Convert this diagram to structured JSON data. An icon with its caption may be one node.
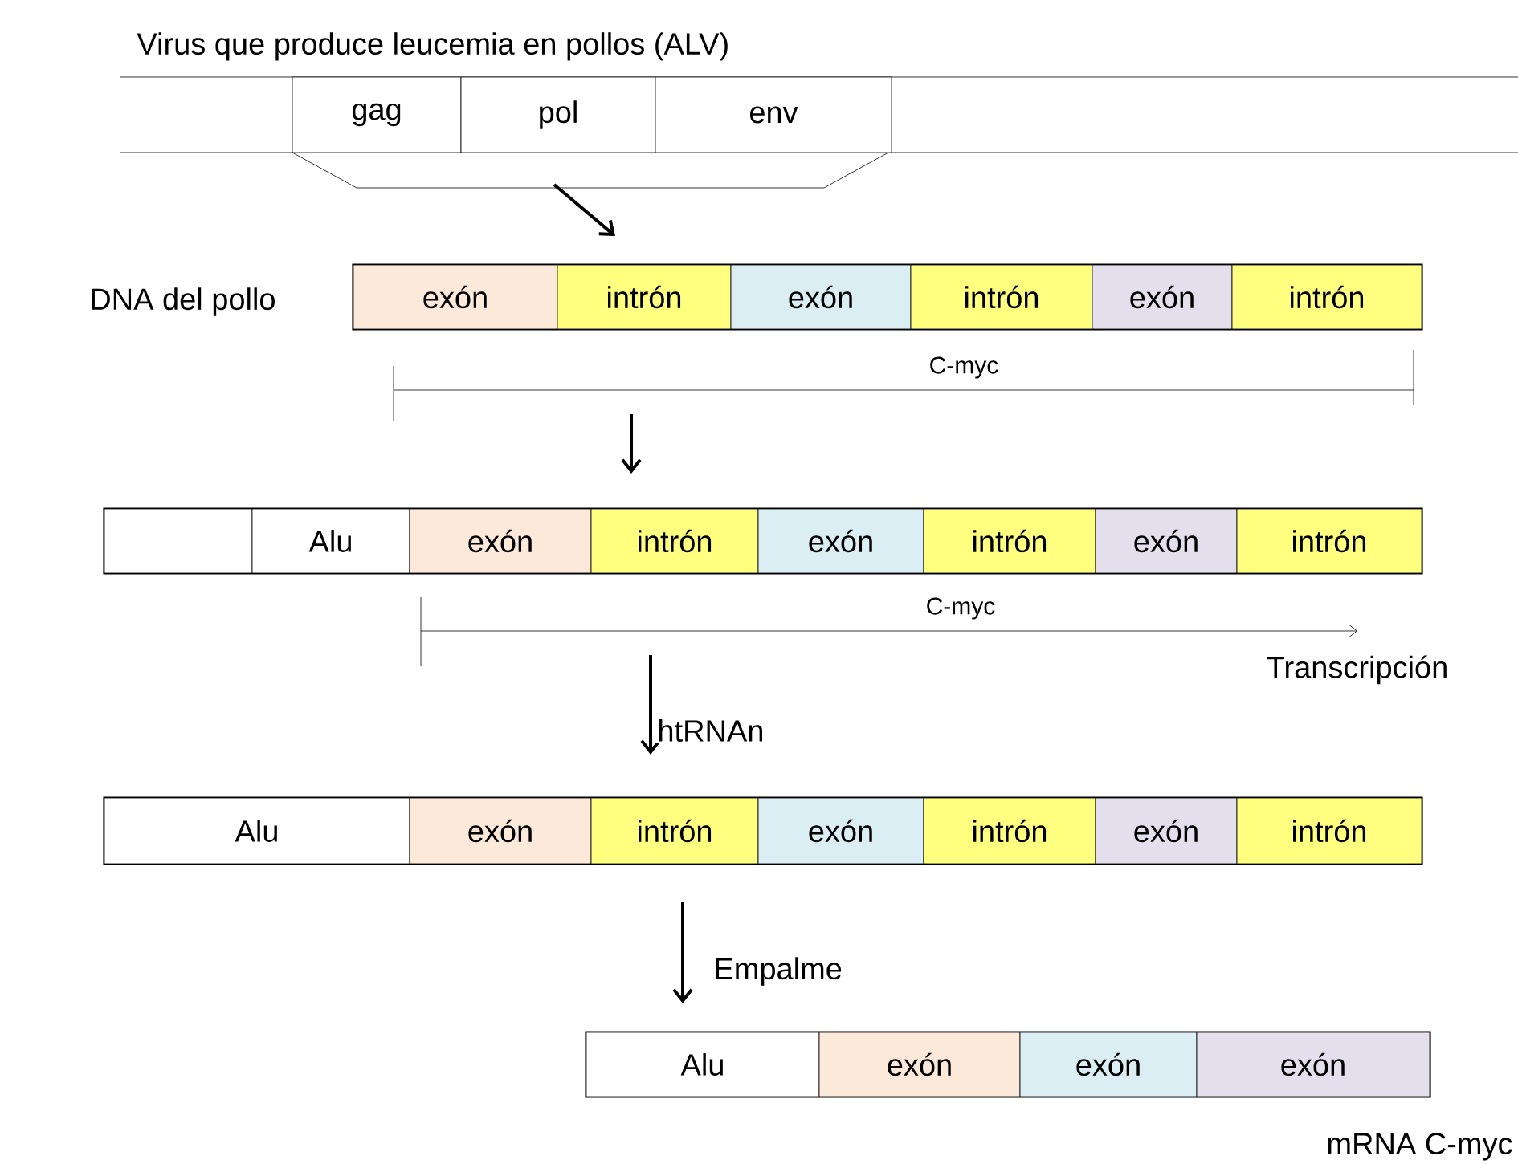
{
  "diagram": {
    "nodes": [
      {
        "text": [
          "Virus que produce leucemia en pollos (ALV)"
        ]
      },
      {
        "text": [
          "gag"
        ],
        "in": 0
      },
      {
        "text": [
          "pol"
        ],
        "in": 0
      },
      {
        "text": [
          "env"
        ],
        "in": 0
      },
      {
        "text": [],
        "shape": "bar",
        "beside": [
          "DNA del pollo"
        ]
      },
      {
        "text": [
          "exón"
        ],
        "in": 4
      },
      {
        "text": [
          "intrón"
        ],
        "in": 4
      },
      {
        "text": [
          "exón"
        ],
        "in": 4
      },
      {
        "text": [
          "intrón"
        ],
        "in": 4
      },
      {
        "text": [
          "exón"
        ],
        "in": 4
      },
      {
        "text": [
          "intrón"
        ],
        "in": 4
      },
      {
        "text": [],
        "shape": "bar"
      },
      {
        "text": [],
        "shape": "box",
        "in": 11
      },
      {
        "text": [
          "Alu"
        ],
        "in": 11
      },
      {
        "text": [
          "exón"
        ],
        "in": 11
      },
      {
        "text": [
          "intrón"
        ],
        "in": 11
      },
      {
        "text": [
          "exón"
        ],
        "in": 11
      },
      {
        "text": [
          "intrón"
        ],
        "in": 11
      },
      {
        "text": [
          "exón"
        ],
        "in": 11
      },
      {
        "text": [
          "intrón"
        ],
        "in": 11
      },
      {
        "text": [],
        "shape": "bar"
      },
      {
        "text": [
          "Alu"
        ],
        "in": 20
      },
      {
        "text": [
          "exón"
        ],
        "in": 20
      },
      {
        "text": [
          "intrón"
        ],
        "in": 20
      },
      {
        "text": [
          "exón"
        ],
        "in": 20
      },
      {
        "text": [
          "intrón"
        ],
        "in": 20
      },
      {
        "text": [
          "exón"
        ],
        "in": 20
      },
      {
        "text": [
          "intrón"
        ],
        "in": 20
      },
      {
        "text": [],
        "shape": "bar",
        "beside": [
          "mRNA C-myc"
        ]
      },
      {
        "text": [
          "Alu"
        ],
        "in": 28
      },
      {
        "text": [
          "exón"
        ],
        "in": 28
      },
      {
        "text": [
          "exón"
        ],
        "in": 28
      },
      {
        "text": [
          "exón"
        ],
        "in": 28
      }
    ],
    "edges": [
      {
        "from": 0,
        "to": 4,
        "arrow": "to"
      },
      {
        "from": 4,
        "to": 11,
        "arrow": "to"
      },
      {
        "from": 11,
        "to": 20,
        "arrow": "to",
        "label": "htRNAn"
      },
      {
        "from": 20,
        "to": 28,
        "arrow": "to",
        "label": "Empalme"
      }
    ],
    "labels": [
      "C-myc",
      "C-myc",
      "Transcripción"
    ]
  }
}
